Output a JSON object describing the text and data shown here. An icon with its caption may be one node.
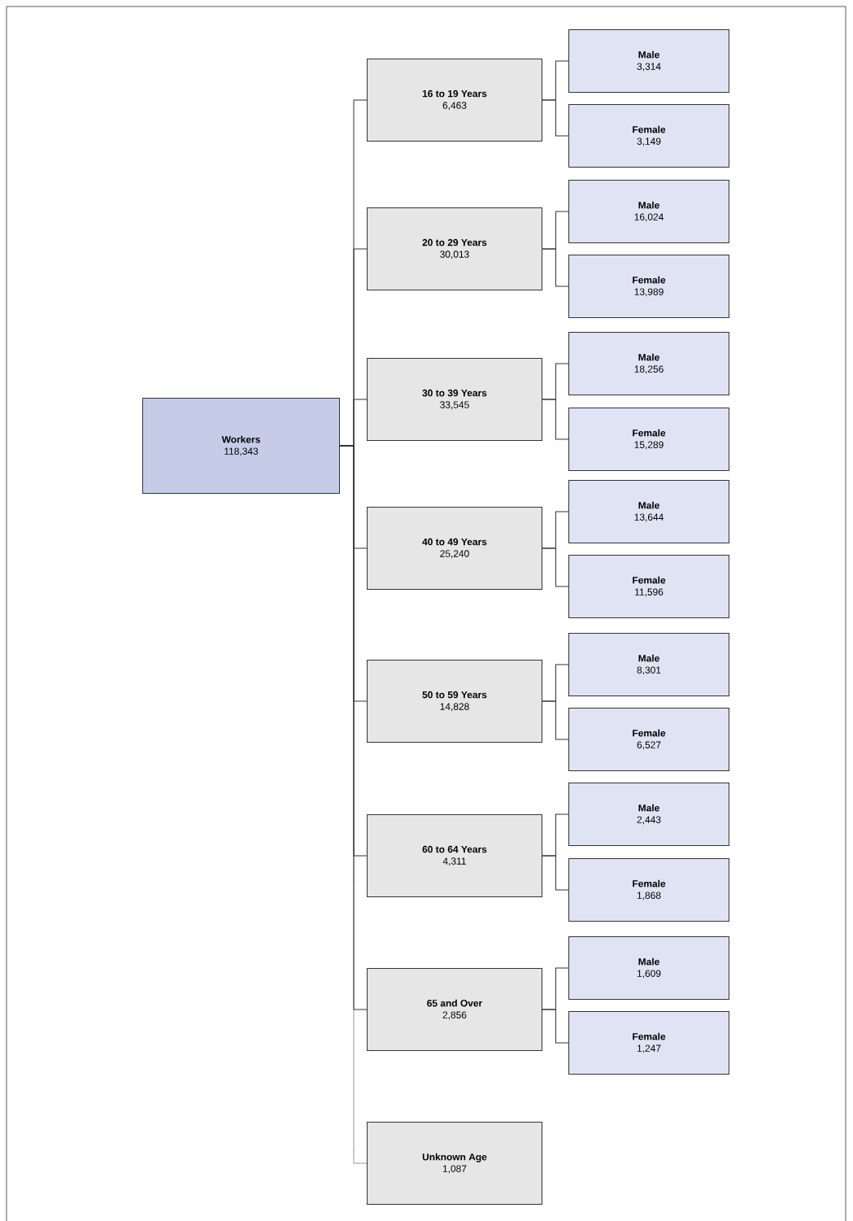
{
  "diagram": {
    "nodes": [
      {
        "text": [
          "Workers",
          "118,343"
        ]
      },
      {
        "text": [
          "16 to 19 Years",
          "6,463"
        ]
      },
      {
        "text": [
          "Male",
          "3,314"
        ]
      },
      {
        "text": [
          "Female",
          "3,149"
        ]
      },
      {
        "text": [
          "20 to 29 Years",
          "30,013"
        ]
      },
      {
        "text": [
          "Male",
          "16,024"
        ]
      },
      {
        "text": [
          "Female",
          "13,989"
        ]
      },
      {
        "text": [
          "30 to 39 Years",
          "33,545"
        ]
      },
      {
        "text": [
          "Male",
          "18,256"
        ]
      },
      {
        "text": [
          "Female",
          "15,289"
        ]
      },
      {
        "text": [
          "40 to 49 Years",
          "25,240"
        ]
      },
      {
        "text": [
          "Male",
          "13,644"
        ]
      },
      {
        "text": [
          "Female",
          "11,596"
        ]
      },
      {
        "text": [
          "50 to 59 Years",
          "14,828"
        ]
      },
      {
        "text": [
          "Male",
          "8,301"
        ]
      },
      {
        "text": [
          "Female",
          "6,527"
        ]
      },
      {
        "text": [
          "60 to 64 Years",
          "4,311"
        ]
      },
      {
        "text": [
          "Male",
          "2,443"
        ]
      },
      {
        "text": [
          "Female",
          "1,868"
        ]
      },
      {
        "text": [
          "65 and Over",
          "2,856"
        ]
      },
      {
        "text": [
          "Male",
          "1,609"
        ]
      },
      {
        "text": [
          "Female",
          "1,247"
        ]
      },
      {
        "text": [
          "Unknown Age",
          "1,087"
        ]
      }
    ],
    "edges": [
      {
        "from": 0,
        "to": 1,
        "arrow": "none"
      },
      {
        "from": 1,
        "to": 2,
        "arrow": "none"
      },
      {
        "from": 1,
        "to": 3,
        "arrow": "none"
      },
      {
        "from": 0,
        "to": 4,
        "arrow": "none"
      },
      {
        "from": 4,
        "to": 5,
        "arrow": "none"
      },
      {
        "from": 4,
        "to": 6,
        "arrow": "none"
      },
      {
        "from": 0,
        "to": 7,
        "arrow": "none"
      },
      {
        "from": 7,
        "to": 8,
        "arrow": "none"
      },
      {
        "from": 7,
        "to": 9,
        "arrow": "none"
      },
      {
        "from": 0,
        "to": 10,
        "arrow": "none"
      },
      {
        "from": 10,
        "to": 11,
        "arrow": "none"
      },
      {
        "from": 10,
        "to": 12,
        "arrow": "none"
      },
      {
        "from": 0,
        "to": 13,
        "arrow": "none"
      },
      {
        "from": 13,
        "to": 14,
        "arrow": "none"
      },
      {
        "from": 13,
        "to": 15,
        "arrow": "none"
      },
      {
        "from": 0,
        "to": 16,
        "arrow": "none"
      },
      {
        "from": 16,
        "to": 17,
        "arrow": "none"
      },
      {
        "from": 16,
        "to": 18,
        "arrow": "none"
      },
      {
        "from": 0,
        "to": 19,
        "arrow": "none"
      },
      {
        "from": 19,
        "to": 20,
        "arrow": "none"
      },
      {
        "from": 19,
        "to": 21,
        "arrow": "none"
      },
      {
        "from": 0,
        "to": 22,
        "arrow": "none",
        "style": "dashed"
      }
    ]
  }
}
